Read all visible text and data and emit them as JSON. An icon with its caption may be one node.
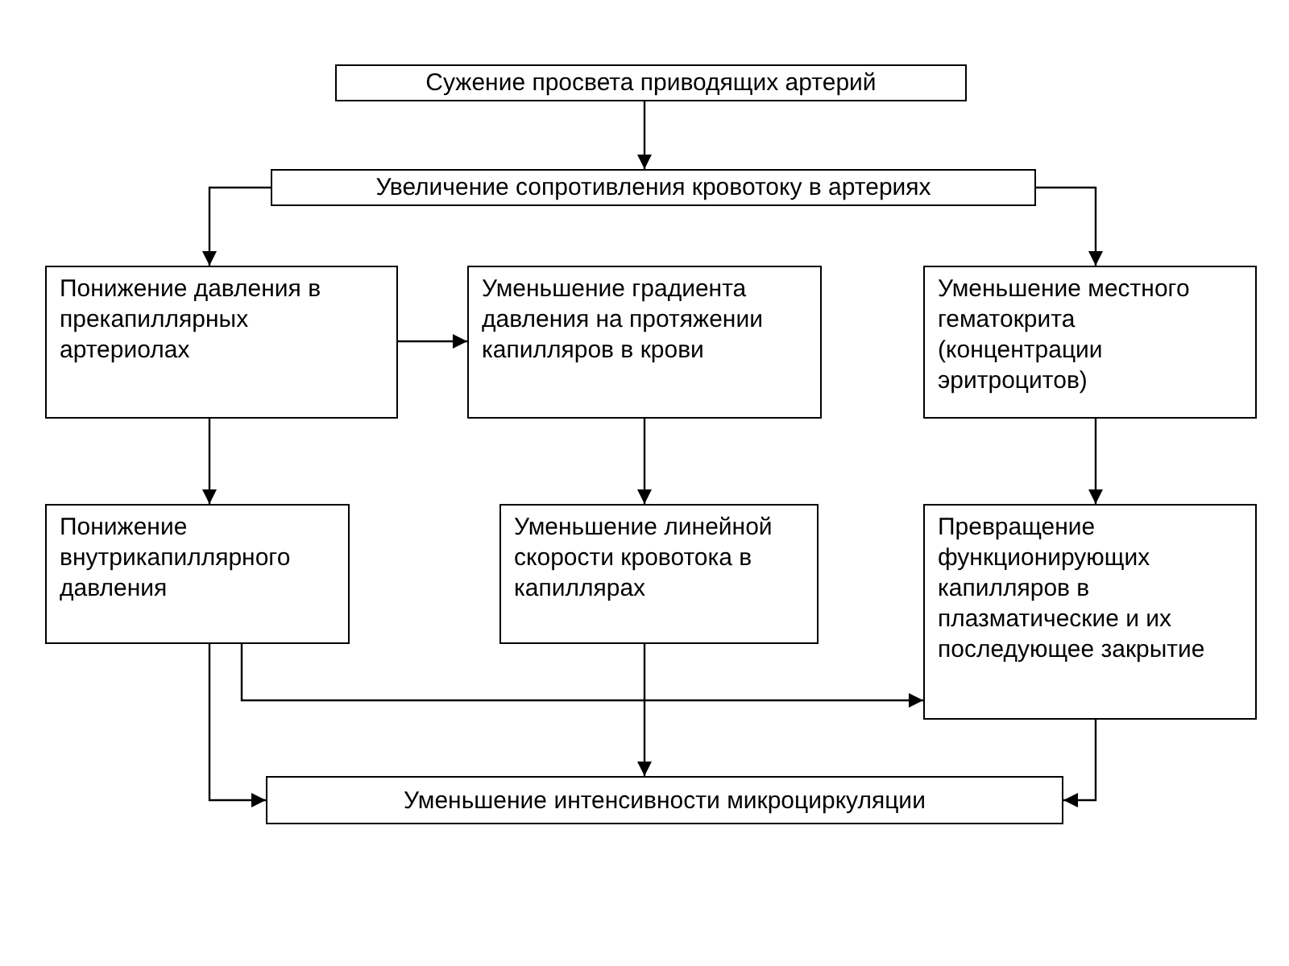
{
  "diagram": {
    "nodes": [
      {
        "text": [
          "Сужение просвета приводящих артерий"
        ]
      },
      {
        "text": [
          "Увеличение сопротивления кровотоку в артериях"
        ]
      },
      {
        "text": [
          "Понижение давления в прекапиллярных артериолах"
        ]
      },
      {
        "text": [
          "Уменьшение градиента давления на протяжении капилляров в крови"
        ]
      },
      {
        "text": [
          "Уменьшение местного гематокрита (концентрации эритроцитов)"
        ]
      },
      {
        "text": [
          "Понижение внутрикапиллярного давления"
        ]
      },
      {
        "text": [
          "Уменьшение линейной скорости кровотока в капиллярах"
        ]
      },
      {
        "text": [
          "Превращение функционирующих капилляров в плазматические и их последующее закрытие"
        ]
      },
      {
        "text": [
          "Уменьшение интенсивности микроциркуляции"
        ]
      }
    ],
    "edges": [
      {
        "from": 0,
        "to": 1,
        "arrow": "to"
      },
      {
        "from": 1,
        "to": 2,
        "arrow": "to"
      },
      {
        "from": 1,
        "to": 4,
        "arrow": "to"
      },
      {
        "from": 2,
        "to": 3,
        "arrow": "to"
      },
      {
        "from": 2,
        "to": 5,
        "arrow": "to"
      },
      {
        "from": 3,
        "to": 6,
        "arrow": "to"
      },
      {
        "from": 4,
        "to": 7,
        "arrow": "to"
      },
      {
        "from": 5,
        "to": 7,
        "arrow": "to"
      },
      {
        "from": 5,
        "to": 8,
        "arrow": "to"
      },
      {
        "from": 6,
        "to": 8,
        "arrow": "to"
      },
      {
        "from": 7,
        "to": 8,
        "arrow": "to"
      }
    ]
  }
}
